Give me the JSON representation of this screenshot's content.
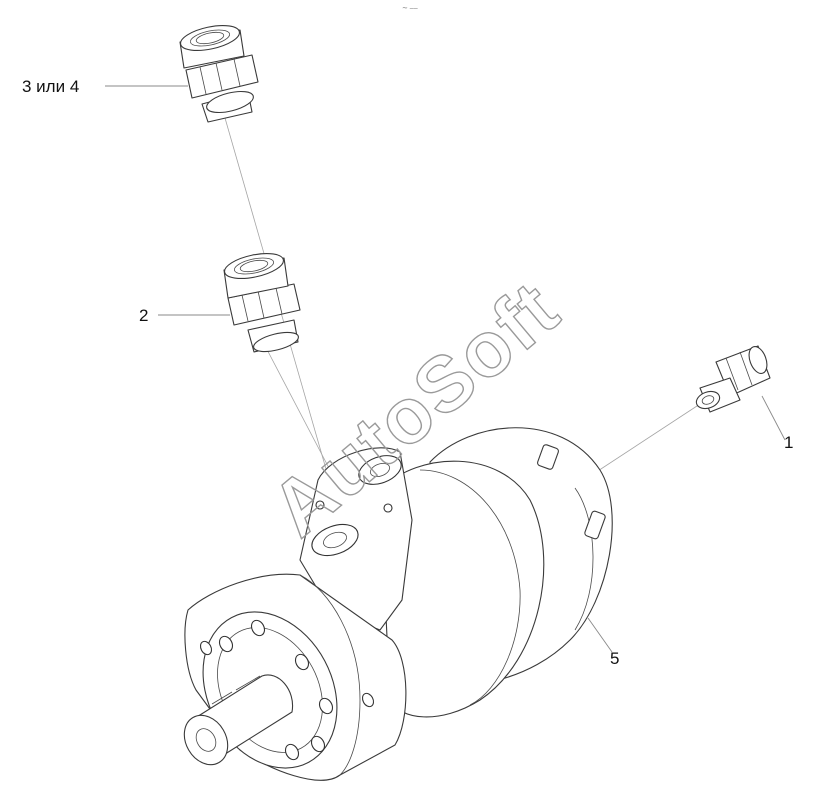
{
  "callouts": {
    "part_1": "1",
    "part_2": "2",
    "part_3_or_4": "3 или 4",
    "part_5": "5"
  },
  "watermark": "AutoSoft"
}
